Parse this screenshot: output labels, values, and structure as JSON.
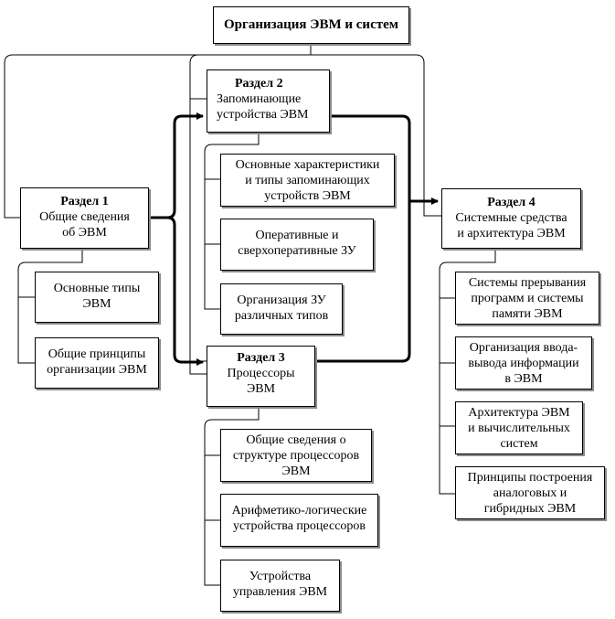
{
  "title": "Организация ЭВМ и систем",
  "section1": {
    "heading": "Раздел 1",
    "text": "Общие сведения\nоб  ЭВМ"
  },
  "section2": {
    "heading": "Раздел 2",
    "text": "Запоминающие\nустройства ЭВМ"
  },
  "section3": {
    "heading": "Раздел 3",
    "text": "Процессоры\nЭВМ"
  },
  "section4": {
    "heading": "Раздел 4",
    "text": "Системные средства\nи архитектура ЭВМ"
  },
  "s1_topics": [
    "Основные типы\nЭВМ",
    "Общие принципы\nорганизации ЭВМ"
  ],
  "s2_topics": [
    "Основные характеристики\nи типы запоминающих\nустройств   ЭВМ",
    "Оперативные и\nсверхоперативные ЗУ",
    "Организация ЗУ\nразличных типов"
  ],
  "s3_topics": [
    "Общие сведения о\nструктуре процессоров\nЭВМ",
    "Арифметико-логические\nустройства процессоров",
    "Устройства\nуправления ЭВМ"
  ],
  "s4_topics": [
    "Системы прерывания\nпрограмм и системы\nпамяти ЭВМ",
    "Организация ввода-\nвывода информации\nв ЭВМ",
    "Архитектура ЭВМ\nи вычислительных\nсистем",
    "Принципы построения\nаналоговых и\nгибридных  ЭВМ"
  ]
}
